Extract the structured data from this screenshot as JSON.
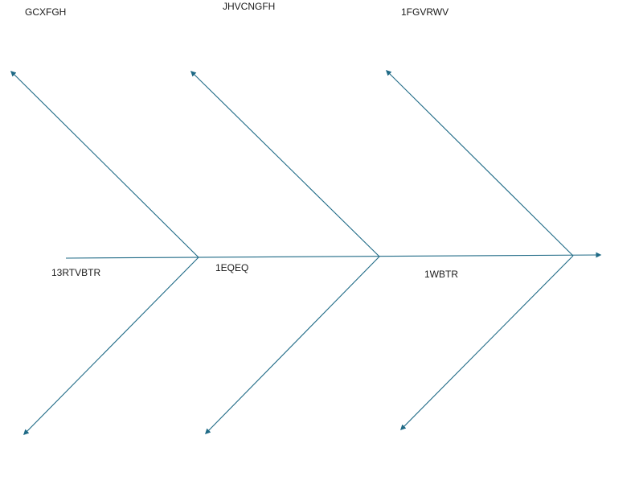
{
  "diagram": {
    "type": "fishbone",
    "line_color": "#1f6a86",
    "top_labels": [
      "GCXFGH",
      "JHVCNGFH",
      "1FGVRWV"
    ],
    "bottom_labels": [
      "13RTVBTR",
      "1EQEQ",
      "1WBTR"
    ]
  }
}
